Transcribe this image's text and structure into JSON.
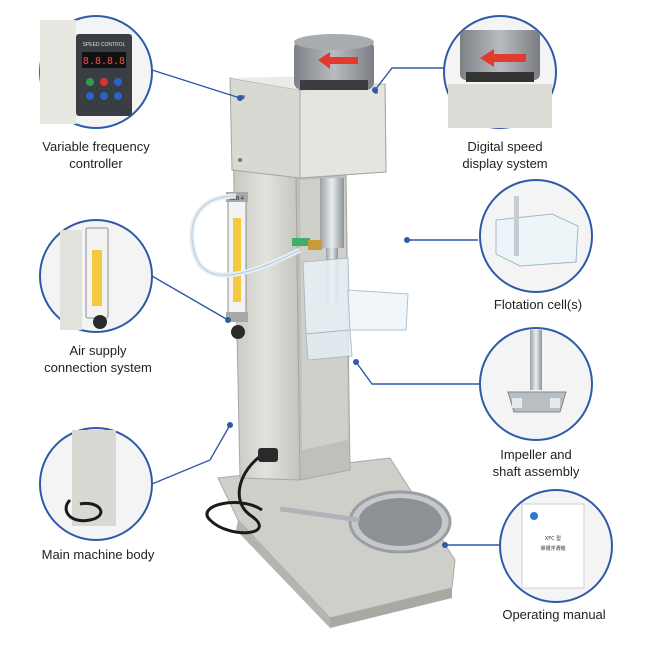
{
  "callouts": {
    "controller": {
      "label": "Variable frequency\ncontroller",
      "panel_title": "SPEED CONTROL",
      "display": "8.8.8.8"
    },
    "speed_display": {
      "label": "Digital speed\ndisplay system"
    },
    "flotation_cell": {
      "label": "Flotation cell(s)"
    },
    "air_supply": {
      "label": "Air supply\nconnection system",
      "meter_tag": "LZB-4"
    },
    "impeller": {
      "label": "Impeller and\nshaft assembly"
    },
    "main_body": {
      "label": "Main machine body"
    },
    "manual": {
      "label": "Operating manual",
      "manual_model": "XFC 型",
      "manual_title": "單槽浮選機"
    }
  },
  "colors": {
    "accent": "#2f5aa8",
    "machine_body": "#d8d8d2",
    "machine_shadow": "#b9b9b2",
    "motor": "#9a9ea3",
    "arrow": "#e23b2e"
  }
}
